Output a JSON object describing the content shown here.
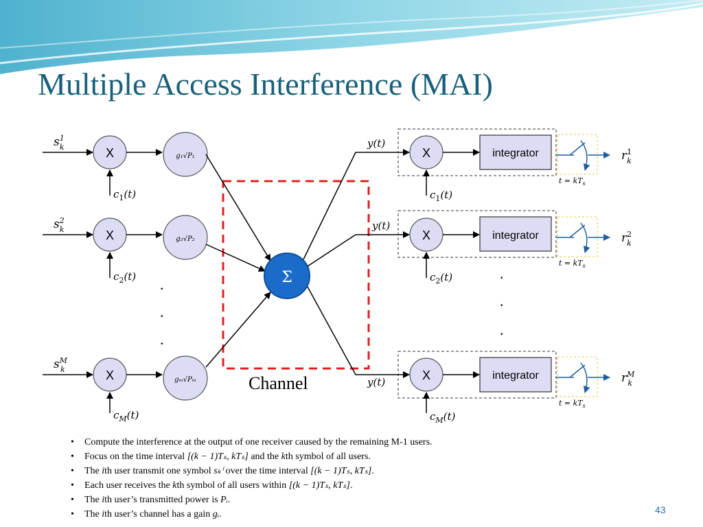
{
  "slide": {
    "title": "Multiple Access Interference (MAI)",
    "page_number": "43"
  },
  "diagram": {
    "transmitters": [
      {
        "input": "s",
        "sup": "1",
        "sub": "k",
        "multiplier": "X",
        "code_base": "c",
        "code_sub": "1",
        "code_arg": "(t)",
        "gain": "g₁√P₁"
      },
      {
        "input": "s",
        "sup": "2",
        "sub": "k",
        "multiplier": "X",
        "code_base": "c",
        "code_sub": "2",
        "code_arg": "(t)",
        "gain": "g₂√P₂"
      },
      {
        "input": "s",
        "sup": "M",
        "sub": "k",
        "multiplier": "X",
        "code_base": "c",
        "code_sub": "M",
        "code_arg": "(t)",
        "gain": "gₘ√Pₘ"
      }
    ],
    "summer_symbol": "Σ",
    "channel_label": "Channel",
    "receivers": [
      {
        "input": "y(t)",
        "multiplier": "X",
        "code_base": "c",
        "code_sub": "1",
        "code_arg": "(t)",
        "integrator": "integrator",
        "sample": "t = kT",
        "sample_sub": "s",
        "output": "r",
        "out_sup": "1",
        "out_sub": "k"
      },
      {
        "input": "y(t)",
        "multiplier": "X",
        "code_base": "c",
        "code_sub": "2",
        "code_arg": "(t)",
        "integrator": "integrator",
        "sample": "t = kT",
        "sample_sub": "s",
        "output": "r",
        "out_sup": "2",
        "out_sub": "k"
      },
      {
        "input": "y(t)",
        "multiplier": "X",
        "code_base": "c",
        "code_sub": "M",
        "code_arg": "(t)",
        "integrator": "integrator",
        "sample": "t = kT",
        "sample_sub": "s",
        "output": "r",
        "out_sup": "M",
        "out_sub": "k"
      }
    ],
    "ellipsis_dot": "."
  },
  "bullets": {
    "b1": "Compute the interference at the output of one receiver caused by the remaining M-1 users.",
    "b2_a": "Focus on the time interval ",
    "b2_math": "[(k − 1)Tₛ, kTₛ]",
    "b2_b": " and the ",
    "b2_k": "k",
    "b2_c": "th symbol of all users.",
    "b3_a": "The ",
    "b3_i": "i",
    "b3_b": "th user transmit one symbol ",
    "b3_math": "sₖⁱ",
    "b3_c": " over the time interval ",
    "b3_math2": "[(k − 1)Tₛ, kTₛ]",
    "b3_d": ".",
    "b4_a": "Each user receives the ",
    "b4_k": "k",
    "b4_b": "th symbol of all users within ",
    "b4_math": "[(k − 1)Tₛ, kTₛ]",
    "b4_c": ".",
    "b5_a": "The ",
    "b5_i": "i",
    "b5_b": "th user’s transmitted power is ",
    "b5_math": "Pᵢ",
    "b5_c": ".",
    "b6_a": "The ",
    "b6_i": "i",
    "b6_b": "th user’s channel has a gain ",
    "b6_math": "gᵢ",
    "b6_c": "."
  },
  "colors": {
    "title": "#17607a",
    "node_fill": "#dcdcf5",
    "summer_fill": "#1a6cc8",
    "channel_box": "#e02020",
    "switch": "#1f5f9f",
    "sample_box": "#f0c040"
  }
}
